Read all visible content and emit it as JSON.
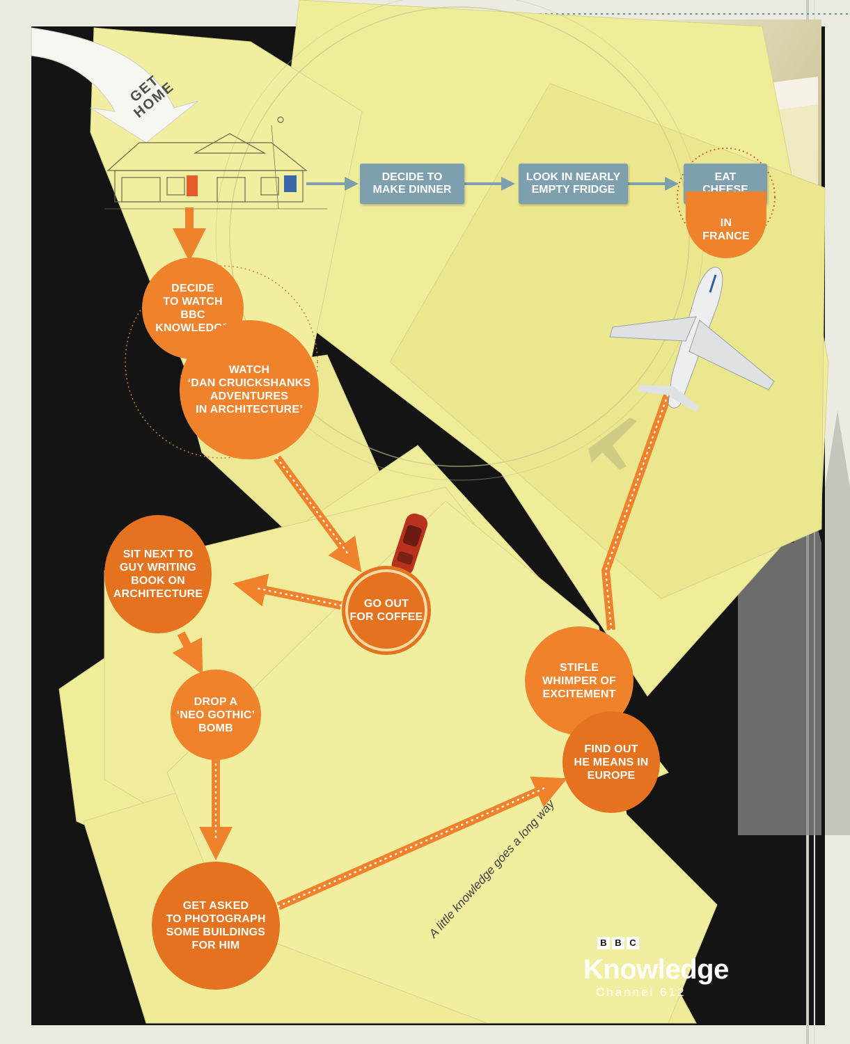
{
  "start_label": "GET\nHOME",
  "nodes": {
    "make_dinner": "DECIDE TO\nMAKE DINNER",
    "fridge": "LOOK IN NEARLY\nEMPTY FRIDGE",
    "eat_cheese": "EAT\nCHEESE",
    "in_france": "IN\nFRANCE",
    "watch_bbc": "DECIDE\nTO WATCH\nBBC\nKNOWLEDGE",
    "watch_dan": "WATCH\n‘DAN CRUICKSHANKS\nADVENTURES\nIN ARCHITECTURE’",
    "coffee": "GO OUT\nFOR COFFEE",
    "sit_next": "SIT NEXT TO\nGUY WRITING\nBOOK ON\nARCHITECTURE",
    "neo_gothic": "DROP A\n‘NEO GOTHIC’\nBOMB",
    "photograph": "GET ASKED\nTO PHOTOGRAPH\nSOME BUILDINGS\nFOR HIM",
    "europe": "FIND OUT\nHE MEANS IN\nEUROPE",
    "stifle": "STIFLE\nWHIMPER OF\nEXCITEMENT"
  },
  "tagline": "A little knowledge goes a long way",
  "logo": {
    "bbc_letters": [
      "B",
      "B",
      "C"
    ],
    "brand": "Knowledge",
    "channel": "Channel 612"
  },
  "colors": {
    "orange": "#f0822c",
    "dark_orange": "#e4721f",
    "box_blue": "#7e9fae",
    "paper_yellow": "#efec9a",
    "background_black": "#141414"
  },
  "icons": [
    "house-sketch-icon",
    "car-icon",
    "airplane-icon",
    "cheese-photo",
    "cathedral-photo",
    "curved-arrow-icon"
  ]
}
